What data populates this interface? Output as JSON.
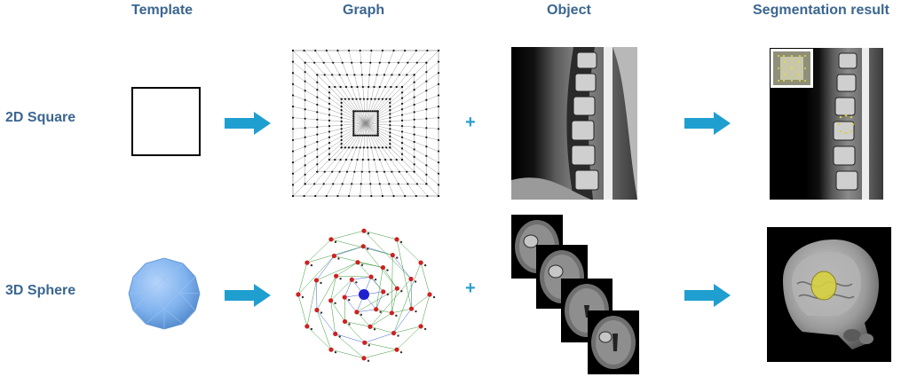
{
  "headers": {
    "template": "Template",
    "graph": "Graph",
    "object": "Object",
    "result": "Segmentation result"
  },
  "rows": [
    {
      "label": "2D Square"
    },
    {
      "label": "3D Sphere"
    }
  ],
  "operators": {
    "plus": "+"
  },
  "colors": {
    "heading": "#3b6690",
    "arrow": "#1f9fd0",
    "plus": "#2a9fd0",
    "sphere": "#7fb2ee",
    "graph_node_red": "#d02020",
    "graph_node_blue": "#2020d0",
    "segmentation_yellow": "#d6d040"
  }
}
